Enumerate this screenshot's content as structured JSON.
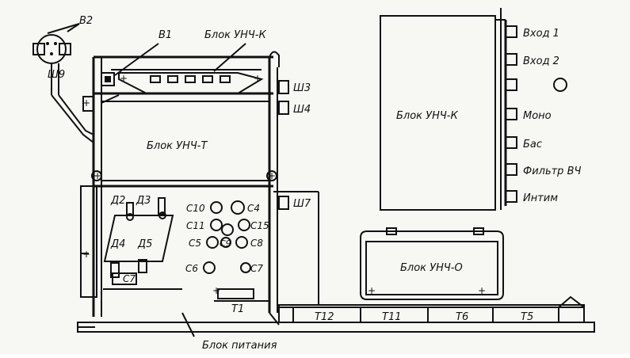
{
  "labels": {
    "v2": "В2",
    "v1": "В1",
    "sh9": "Ш9",
    "block_unch_k_top": "Блок УНЧ-К",
    "block_unch_t": "Блок УНЧ-Т",
    "sh3": "Ш3",
    "sh4": "Ш4",
    "sh7": "Ш7",
    "d2": "Д2",
    "d3": "Д3",
    "d4": "Д4",
    "d5": "Д5",
    "c7_left": "С7",
    "c10": "С10",
    "c4": "С4",
    "c11": "С11",
    "c15": "С15",
    "c5": "С5",
    "c9": "С9",
    "c8": "С8",
    "c6": "С6",
    "c7_right": "С7",
    "t1": "Т1",
    "t12": "Т12",
    "t11": "Т11",
    "t6": "Т6",
    "t5": "Т5",
    "block_power": "Блок питания",
    "block_unch_k_right": "Блок УНЧ-К",
    "block_unch_o": "Блок УНЧ-О",
    "vhod1": "Вход 1",
    "vhod2": "Вход 2",
    "mono": "Моно",
    "bas": "Бас",
    "filtr_vch": "Фильтр ВЧ",
    "intim": "Интим",
    "plus": "+"
  }
}
